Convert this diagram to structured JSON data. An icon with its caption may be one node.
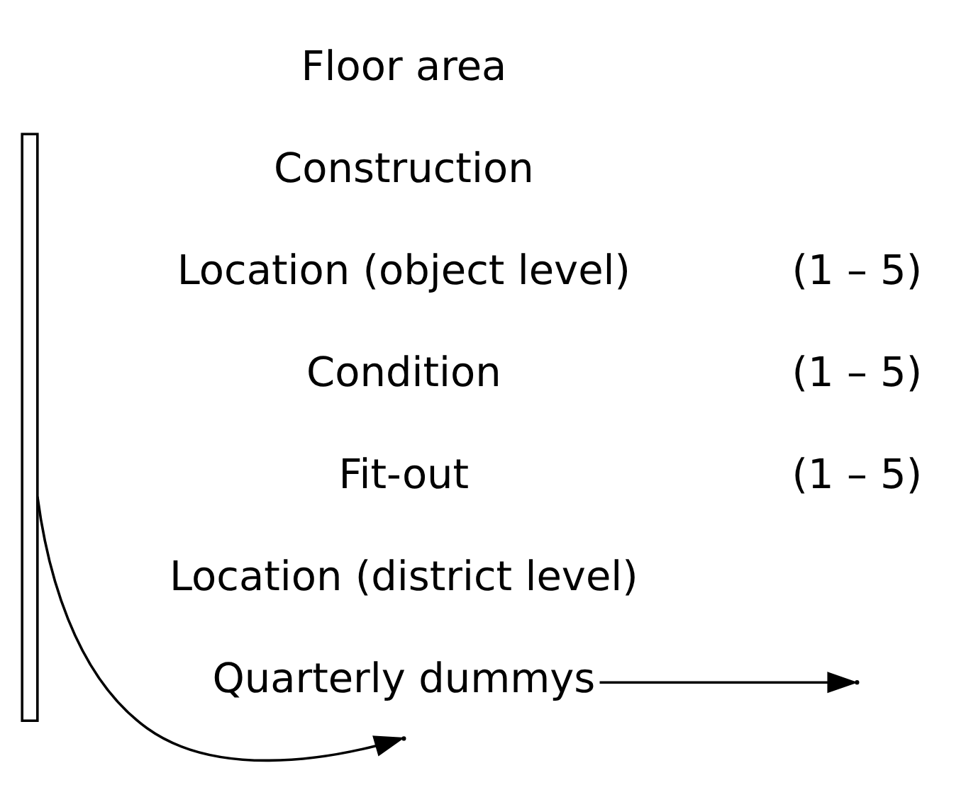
{
  "diagram": {
    "nodes": [
      {
        "text": [],
        "shape": "bracket"
      },
      {
        "text": [
          "Quarterly dummys"
        ]
      }
    ],
    "edges": [
      {
        "from": 0,
        "to": null,
        "arrow": "to"
      },
      {
        "from": 1,
        "to": null,
        "arrow": "to"
      }
    ],
    "labels": [
      "Floor area",
      "Construction",
      "Location (object level)",
      "(1 – 5)",
      "Condition",
      "(1 – 5)",
      "Fit-out",
      "(1 – 5)",
      "Location (district level)"
    ]
  }
}
